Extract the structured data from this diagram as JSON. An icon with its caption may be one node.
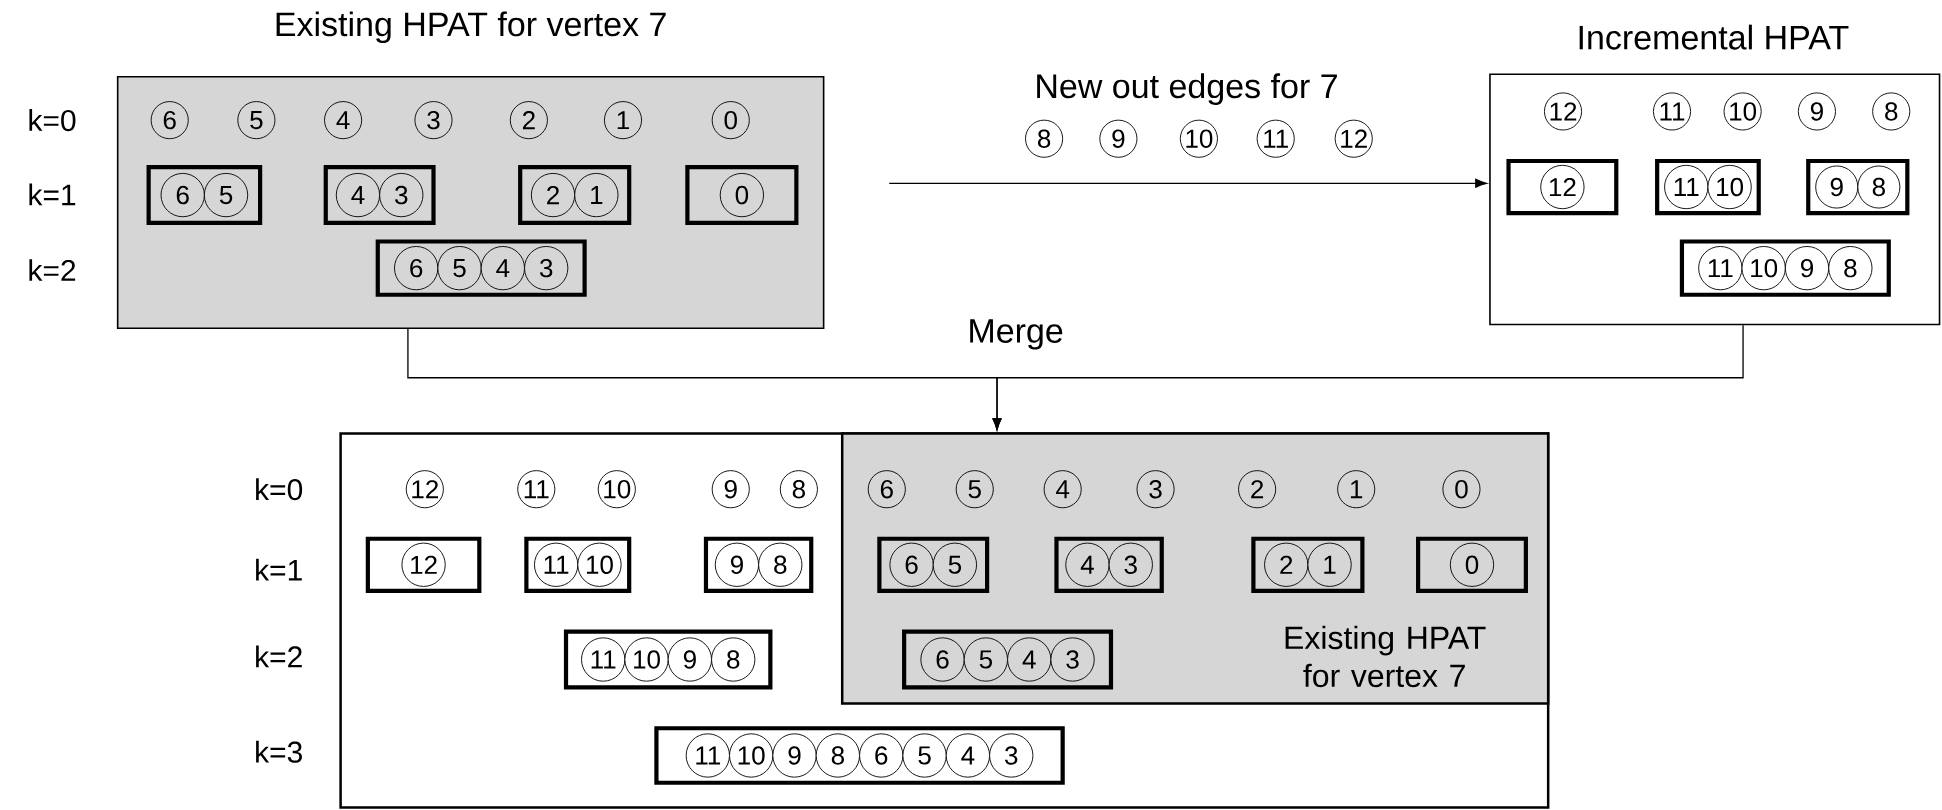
{
  "diagram": {
    "nodes": [
      {
        "text": [
          "Existing HPAT for vertex 7"
        ]
      },
      {
        "text": [
          "6"
        ],
        "in": 0
      },
      {
        "text": [
          "5"
        ],
        "in": 0
      },
      {
        "text": [
          "4"
        ],
        "in": 0
      },
      {
        "text": [
          "3"
        ],
        "in": 0
      },
      {
        "text": [
          "2"
        ],
        "in": 0
      },
      {
        "text": [
          "1"
        ],
        "in": 0
      },
      {
        "text": [
          "0"
        ],
        "in": 0
      },
      {
        "text": [],
        "shape": "box",
        "in": 0
      },
      {
        "text": [
          "6"
        ],
        "in": 8
      },
      {
        "text": [
          "5"
        ],
        "in": 8
      },
      {
        "text": [],
        "shape": "box",
        "in": 0
      },
      {
        "text": [
          "4"
        ],
        "in": 11
      },
      {
        "text": [
          "3"
        ],
        "in": 11
      },
      {
        "text": [],
        "shape": "box",
        "in": 0
      },
      {
        "text": [
          "2"
        ],
        "in": 14
      },
      {
        "text": [
          "1"
        ],
        "in": 14
      },
      {
        "text": [],
        "shape": "box",
        "in": 0
      },
      {
        "text": [
          "0"
        ],
        "in": 17
      },
      {
        "text": [],
        "shape": "box",
        "in": 0
      },
      {
        "text": [
          "6"
        ],
        "in": 19
      },
      {
        "text": [
          "5"
        ],
        "in": 19
      },
      {
        "text": [
          "4"
        ],
        "in": 19
      },
      {
        "text": [
          "3"
        ],
        "in": 19
      },
      {
        "text": [
          "8"
        ]
      },
      {
        "text": [
          "9"
        ]
      },
      {
        "text": [
          "10"
        ]
      },
      {
        "text": [
          "11"
        ]
      },
      {
        "text": [
          "12"
        ]
      },
      {
        "text": [
          "Incremental HPAT"
        ]
      },
      {
        "text": [
          "12"
        ],
        "in": 29
      },
      {
        "text": [
          "11"
        ],
        "in": 29
      },
      {
        "text": [
          "10"
        ],
        "in": 29
      },
      {
        "text": [
          "9"
        ],
        "in": 29
      },
      {
        "text": [
          "8"
        ],
        "in": 29
      },
      {
        "text": [],
        "shape": "box",
        "in": 29
      },
      {
        "text": [
          "12"
        ],
        "in": 35
      },
      {
        "text": [],
        "shape": "box",
        "in": 29
      },
      {
        "text": [
          "11"
        ],
        "in": 37
      },
      {
        "text": [
          "10"
        ],
        "in": 37
      },
      {
        "text": [],
        "shape": "box",
        "in": 29
      },
      {
        "text": [
          "9"
        ],
        "in": 40
      },
      {
        "text": [
          "8"
        ],
        "in": 40
      },
      {
        "text": [],
        "shape": "box",
        "in": 29
      },
      {
        "text": [
          "11"
        ],
        "in": 43
      },
      {
        "text": [
          "10"
        ],
        "in": 43
      },
      {
        "text": [
          "9"
        ],
        "in": 43
      },
      {
        "text": [
          "8"
        ],
        "in": 43
      },
      {
        "text": [],
        "shape": "box"
      },
      {
        "text": [
          "Existing HPAT for vertex 7"
        ],
        "in": 48
      },
      {
        "text": [
          "12"
        ],
        "in": 48
      },
      {
        "text": [
          "11"
        ],
        "in": 48
      },
      {
        "text": [
          "10"
        ],
        "in": 48
      },
      {
        "text": [
          "9"
        ],
        "in": 48
      },
      {
        "text": [
          "8"
        ],
        "in": 48
      },
      {
        "text": [
          "6"
        ],
        "in": 49
      },
      {
        "text": [
          "5"
        ],
        "in": 49
      },
      {
        "text": [
          "4"
        ],
        "in": 49
      },
      {
        "text": [
          "3"
        ],
        "in": 49
      },
      {
        "text": [
          "2"
        ],
        "in": 49
      },
      {
        "text": [
          "1"
        ],
        "in": 49
      },
      {
        "text": [
          "0"
        ],
        "in": 49
      },
      {
        "text": [],
        "shape": "box",
        "in": 48
      },
      {
        "text": [
          "12"
        ],
        "in": 62
      },
      {
        "text": [],
        "shape": "box",
        "in": 48
      },
      {
        "text": [
          "11"
        ],
        "in": 64
      },
      {
        "text": [
          "10"
        ],
        "in": 64
      },
      {
        "text": [],
        "shape": "box",
        "in": 48
      },
      {
        "text": [
          "9"
        ],
        "in": 67
      },
      {
        "text": [
          "8"
        ],
        "in": 67
      },
      {
        "text": [],
        "shape": "box",
        "in": 49
      },
      {
        "text": [
          "6"
        ],
        "in": 70
      },
      {
        "text": [
          "5"
        ],
        "in": 70
      },
      {
        "text": [],
        "shape": "box",
        "in": 49
      },
      {
        "text": [
          "4"
        ],
        "in": 73
      },
      {
        "text": [
          "3"
        ],
        "in": 73
      },
      {
        "text": [],
        "shape": "box",
        "in": 49
      },
      {
        "text": [
          "2"
        ],
        "in": 76
      },
      {
        "text": [
          "1"
        ],
        "in": 76
      },
      {
        "text": [],
        "shape": "box",
        "in": 49
      },
      {
        "text": [
          "0"
        ],
        "in": 79
      },
      {
        "text": [],
        "shape": "box",
        "in": 48
      },
      {
        "text": [
          "11"
        ],
        "in": 81
      },
      {
        "text": [
          "10"
        ],
        "in": 81
      },
      {
        "text": [
          "9"
        ],
        "in": 81
      },
      {
        "text": [
          "8"
        ],
        "in": 81
      },
      {
        "text": [],
        "shape": "box",
        "in": 49
      },
      {
        "text": [
          "6"
        ],
        "in": 86
      },
      {
        "text": [
          "5"
        ],
        "in": 86
      },
      {
        "text": [
          "4"
        ],
        "in": 86
      },
      {
        "text": [
          "3"
        ],
        "in": 86
      },
      {
        "text": [],
        "shape": "box",
        "in": 48
      },
      {
        "text": [
          "11"
        ],
        "in": 91
      },
      {
        "text": [
          "10"
        ],
        "in": 91
      },
      {
        "text": [
          "9"
        ],
        "in": 91
      },
      {
        "text": [
          "8"
        ],
        "in": 91
      },
      {
        "text": [
          "6"
        ],
        "in": 91
      },
      {
        "text": [
          "5"
        ],
        "in": 91
      },
      {
        "text": [
          "4"
        ],
        "in": 91
      },
      {
        "text": [
          "3"
        ],
        "in": 91
      }
    ],
    "edges": [
      {
        "from": null,
        "to": 29,
        "arrow": "to",
        "label": "New out edges for 7"
      },
      {
        "from": 0,
        "to": 48,
        "arrow": "to",
        "label": "Merge"
      },
      {
        "from": 29,
        "to": 48,
        "arrow": "to"
      }
    ],
    "labels": [
      "k=0",
      "k=1",
      "k=2",
      "k=0",
      "k=1",
      "k=2",
      "k=3"
    ]
  }
}
